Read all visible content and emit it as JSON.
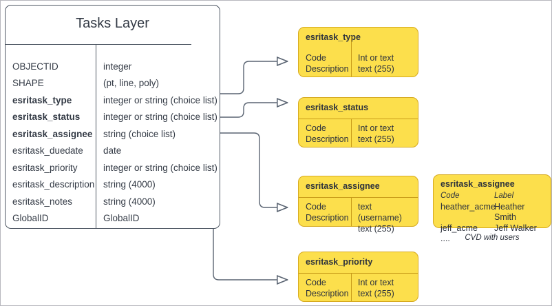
{
  "entity": {
    "title": "Tasks Layer",
    "fields": [
      {
        "name": "OBJECTID",
        "type": "integer",
        "bold": false
      },
      {
        "name": "SHAPE",
        "type": "(pt, line, poly)",
        "bold": false
      },
      {
        "name": "esritask_type",
        "type": "integer or string (choice list)",
        "bold": true
      },
      {
        "name": "esritask_status",
        "type": "integer or string (choice list)",
        "bold": true
      },
      {
        "name": "esritask_assignee",
        "type": "string (choice list)",
        "bold": true
      },
      {
        "name": "esritask_duedate",
        "type": "date",
        "bold": false
      },
      {
        "name": "esritask_priority",
        "type": "integer or string (choice list)",
        "bold": false
      },
      {
        "name": "esritask_description",
        "type": "string (4000)",
        "bold": false
      },
      {
        "name": "esritask_notes",
        "type": "string (4000)",
        "bold": false
      },
      {
        "name": "GlobalID",
        "type": "GlobalID",
        "bold": false
      }
    ]
  },
  "domains": [
    {
      "id": "type",
      "title": "esritask_type",
      "code_label": "Code",
      "description_label": "Description",
      "code_type": "Int or text",
      "description_type": "text (255)",
      "header_rule": false
    },
    {
      "id": "status",
      "title": "esritask_status",
      "code_label": "Code",
      "description_label": "Description",
      "code_type": "Int or text",
      "description_type": "text (255)",
      "header_rule": true
    },
    {
      "id": "assignee",
      "title": "esritask_assignee",
      "code_label": "Code",
      "description_label": "Description",
      "code_type": "text  (username)",
      "description_type": "text (255)",
      "header_rule": true
    },
    {
      "id": "priority",
      "title": "esritask_priority",
      "code_label": "Code",
      "description_label": "Description",
      "code_type": "Int or text",
      "description_type": "text (255)",
      "header_rule": true
    }
  ],
  "cvd": {
    "title": "esritask_assignee",
    "col1_header": "Code",
    "col2_header": "Label",
    "rows": [
      {
        "code": "heather_acme",
        "label": "Heather Smith"
      },
      {
        "code": "jeff_acme",
        "label": "Jeff Walker"
      },
      {
        "code": "....",
        "label": ""
      }
    ],
    "caption": "CVD with users"
  },
  "colors": {
    "domain_fill": "#fcdf4c",
    "domain_border": "#d6a91e",
    "entity_border": "#4c5561",
    "text": "#333a45",
    "connector": "#5a6472"
  }
}
